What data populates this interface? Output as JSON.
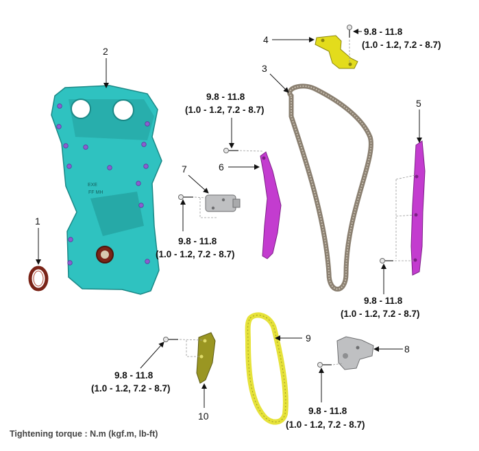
{
  "labels": {
    "p1": "1",
    "p2": "2",
    "p3": "3",
    "p4": "4",
    "p5": "5",
    "p6": "6",
    "p7": "7",
    "p8": "8",
    "p9": "9",
    "p10": "10"
  },
  "torque": {
    "t4": {
      "line1": "9.8 - 11.8",
      "line2": "(1.0 - 1.2, 7.2 - 8.7)"
    },
    "t6": {
      "line1": "9.8 - 11.8",
      "line2": "(1.0 - 1.2, 7.2 - 8.7)"
    },
    "t7": {
      "line1": "9.8 - 11.8",
      "line2": "(1.0 - 1.2, 7.2 - 8.7)"
    },
    "t5": {
      "line1": "9.8 - 11.8",
      "line2": "(1.0 - 1.2, 7.2 - 8.7)"
    },
    "t10": {
      "line1": "9.8 - 11.8",
      "line2": "(1.0 - 1.2, 7.2 - 8.7)"
    },
    "t8": {
      "line1": "9.8 - 11.8",
      "line2": "(1.0 - 1.2, 7.2 - 8.7)"
    }
  },
  "cover_marks": {
    "line1": "EXE",
    "line2": "FF  MH"
  },
  "footer": "Tightening torque : N.m (kgf.m, lb-ft)",
  "colors": {
    "timing_cover": "#2fc2c0",
    "seal": "#7a2418",
    "chain_guide": "#c33ccf",
    "timing_chain": "#8a7f70",
    "bracket": "#e3dc1c",
    "tensioner": "#bfc0c2",
    "oil_pump_chain": "#e6e23a",
    "tensioner_arm": "#9a9622"
  }
}
